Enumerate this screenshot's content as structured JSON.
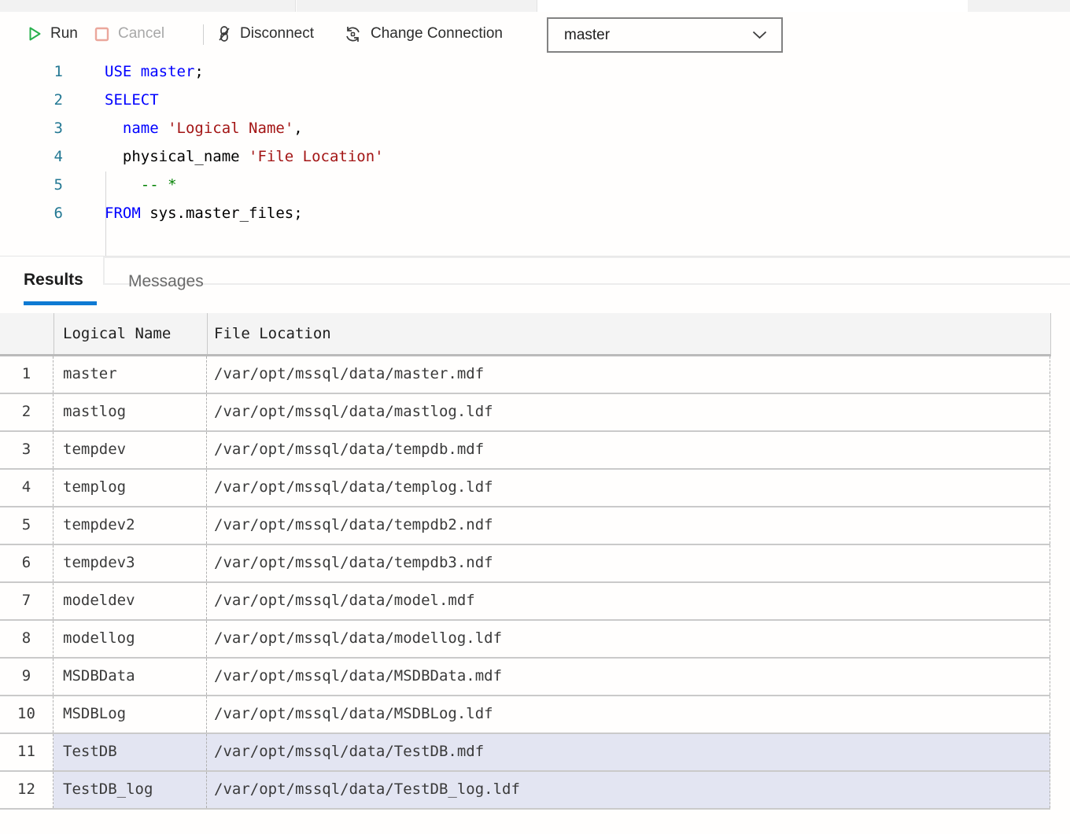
{
  "toolbar": {
    "run": "Run",
    "cancel": "Cancel",
    "disconnect": "Disconnect",
    "change_connection": "Change Connection",
    "database_selector": {
      "value": "master"
    }
  },
  "editor": {
    "lines": [
      {
        "number": "1",
        "segments": [
          {
            "t": "USE master",
            "c": "kw"
          },
          {
            "t": ";",
            "c": "pl"
          }
        ]
      },
      {
        "number": "2",
        "segments": [
          {
            "t": "SELECT",
            "c": "kw"
          }
        ]
      },
      {
        "number": "3",
        "segments": [
          {
            "t": "  ",
            "c": "pl"
          },
          {
            "t": "name",
            "c": "kw"
          },
          {
            "t": " ",
            "c": "pl"
          },
          {
            "t": "'Logical Name'",
            "c": "str"
          },
          {
            "t": ",",
            "c": "pl"
          }
        ]
      },
      {
        "number": "4",
        "segments": [
          {
            "t": "  physical_name ",
            "c": "pl"
          },
          {
            "t": "'File Location'",
            "c": "str"
          }
        ]
      },
      {
        "number": "5",
        "segments": [
          {
            "t": "    ",
            "c": "pl"
          },
          {
            "t": "-- *",
            "c": "com"
          }
        ]
      },
      {
        "number": "6",
        "segments": [
          {
            "t": "FROM",
            "c": "kw"
          },
          {
            "t": " sys.master_files;",
            "c": "pl"
          }
        ]
      }
    ]
  },
  "results_panel": {
    "tabs": [
      {
        "label": "Results",
        "active": true
      },
      {
        "label": "Messages",
        "active": false
      }
    ]
  },
  "grid": {
    "columns": [
      "",
      "Logical Name",
      "File Location"
    ],
    "rows": [
      {
        "n": "1",
        "logical_name": "master",
        "file_location": "/var/opt/mssql/data/master.mdf",
        "selected": false
      },
      {
        "n": "2",
        "logical_name": "mastlog",
        "file_location": "/var/opt/mssql/data/mastlog.ldf",
        "selected": false
      },
      {
        "n": "3",
        "logical_name": "tempdev",
        "file_location": "/var/opt/mssql/data/tempdb.mdf",
        "selected": false
      },
      {
        "n": "4",
        "logical_name": "templog",
        "file_location": "/var/opt/mssql/data/templog.ldf",
        "selected": false
      },
      {
        "n": "5",
        "logical_name": "tempdev2",
        "file_location": "/var/opt/mssql/data/tempdb2.ndf",
        "selected": false
      },
      {
        "n": "6",
        "logical_name": "tempdev3",
        "file_location": "/var/opt/mssql/data/tempdb3.ndf",
        "selected": false
      },
      {
        "n": "7",
        "logical_name": "modeldev",
        "file_location": "/var/opt/mssql/data/model.mdf",
        "selected": false
      },
      {
        "n": "8",
        "logical_name": "modellog",
        "file_location": "/var/opt/mssql/data/modellog.ldf",
        "selected": false
      },
      {
        "n": "9",
        "logical_name": "MSDBData",
        "file_location": "/var/opt/mssql/data/MSDBData.mdf",
        "selected": false
      },
      {
        "n": "10",
        "logical_name": "MSDBLog",
        "file_location": "/var/opt/mssql/data/MSDBLog.ldf",
        "selected": false
      },
      {
        "n": "11",
        "logical_name": "TestDB",
        "file_location": "/var/opt/mssql/data/TestDB.mdf",
        "selected": true
      },
      {
        "n": "12",
        "logical_name": "TestDB_log",
        "file_location": "/var/opt/mssql/data/TestDB_log.ldf",
        "selected": true
      }
    ]
  },
  "icons": {
    "run": "play-outline",
    "cancel": "square-outline",
    "disconnect": "broken-link",
    "change_connection": "circular-arrows",
    "database_selector": "chevron-down"
  },
  "colors": {
    "keyword": "#0000ff",
    "string": "#a31515",
    "comment": "#008000",
    "line_number": "#237893",
    "tab_accent": "#0e7ad3",
    "selection_bg": "#e3e5f2",
    "run_green": "#27b04c",
    "cancel_salmon": "#eba79c",
    "grid_header_bg": "#f4f4f4"
  }
}
